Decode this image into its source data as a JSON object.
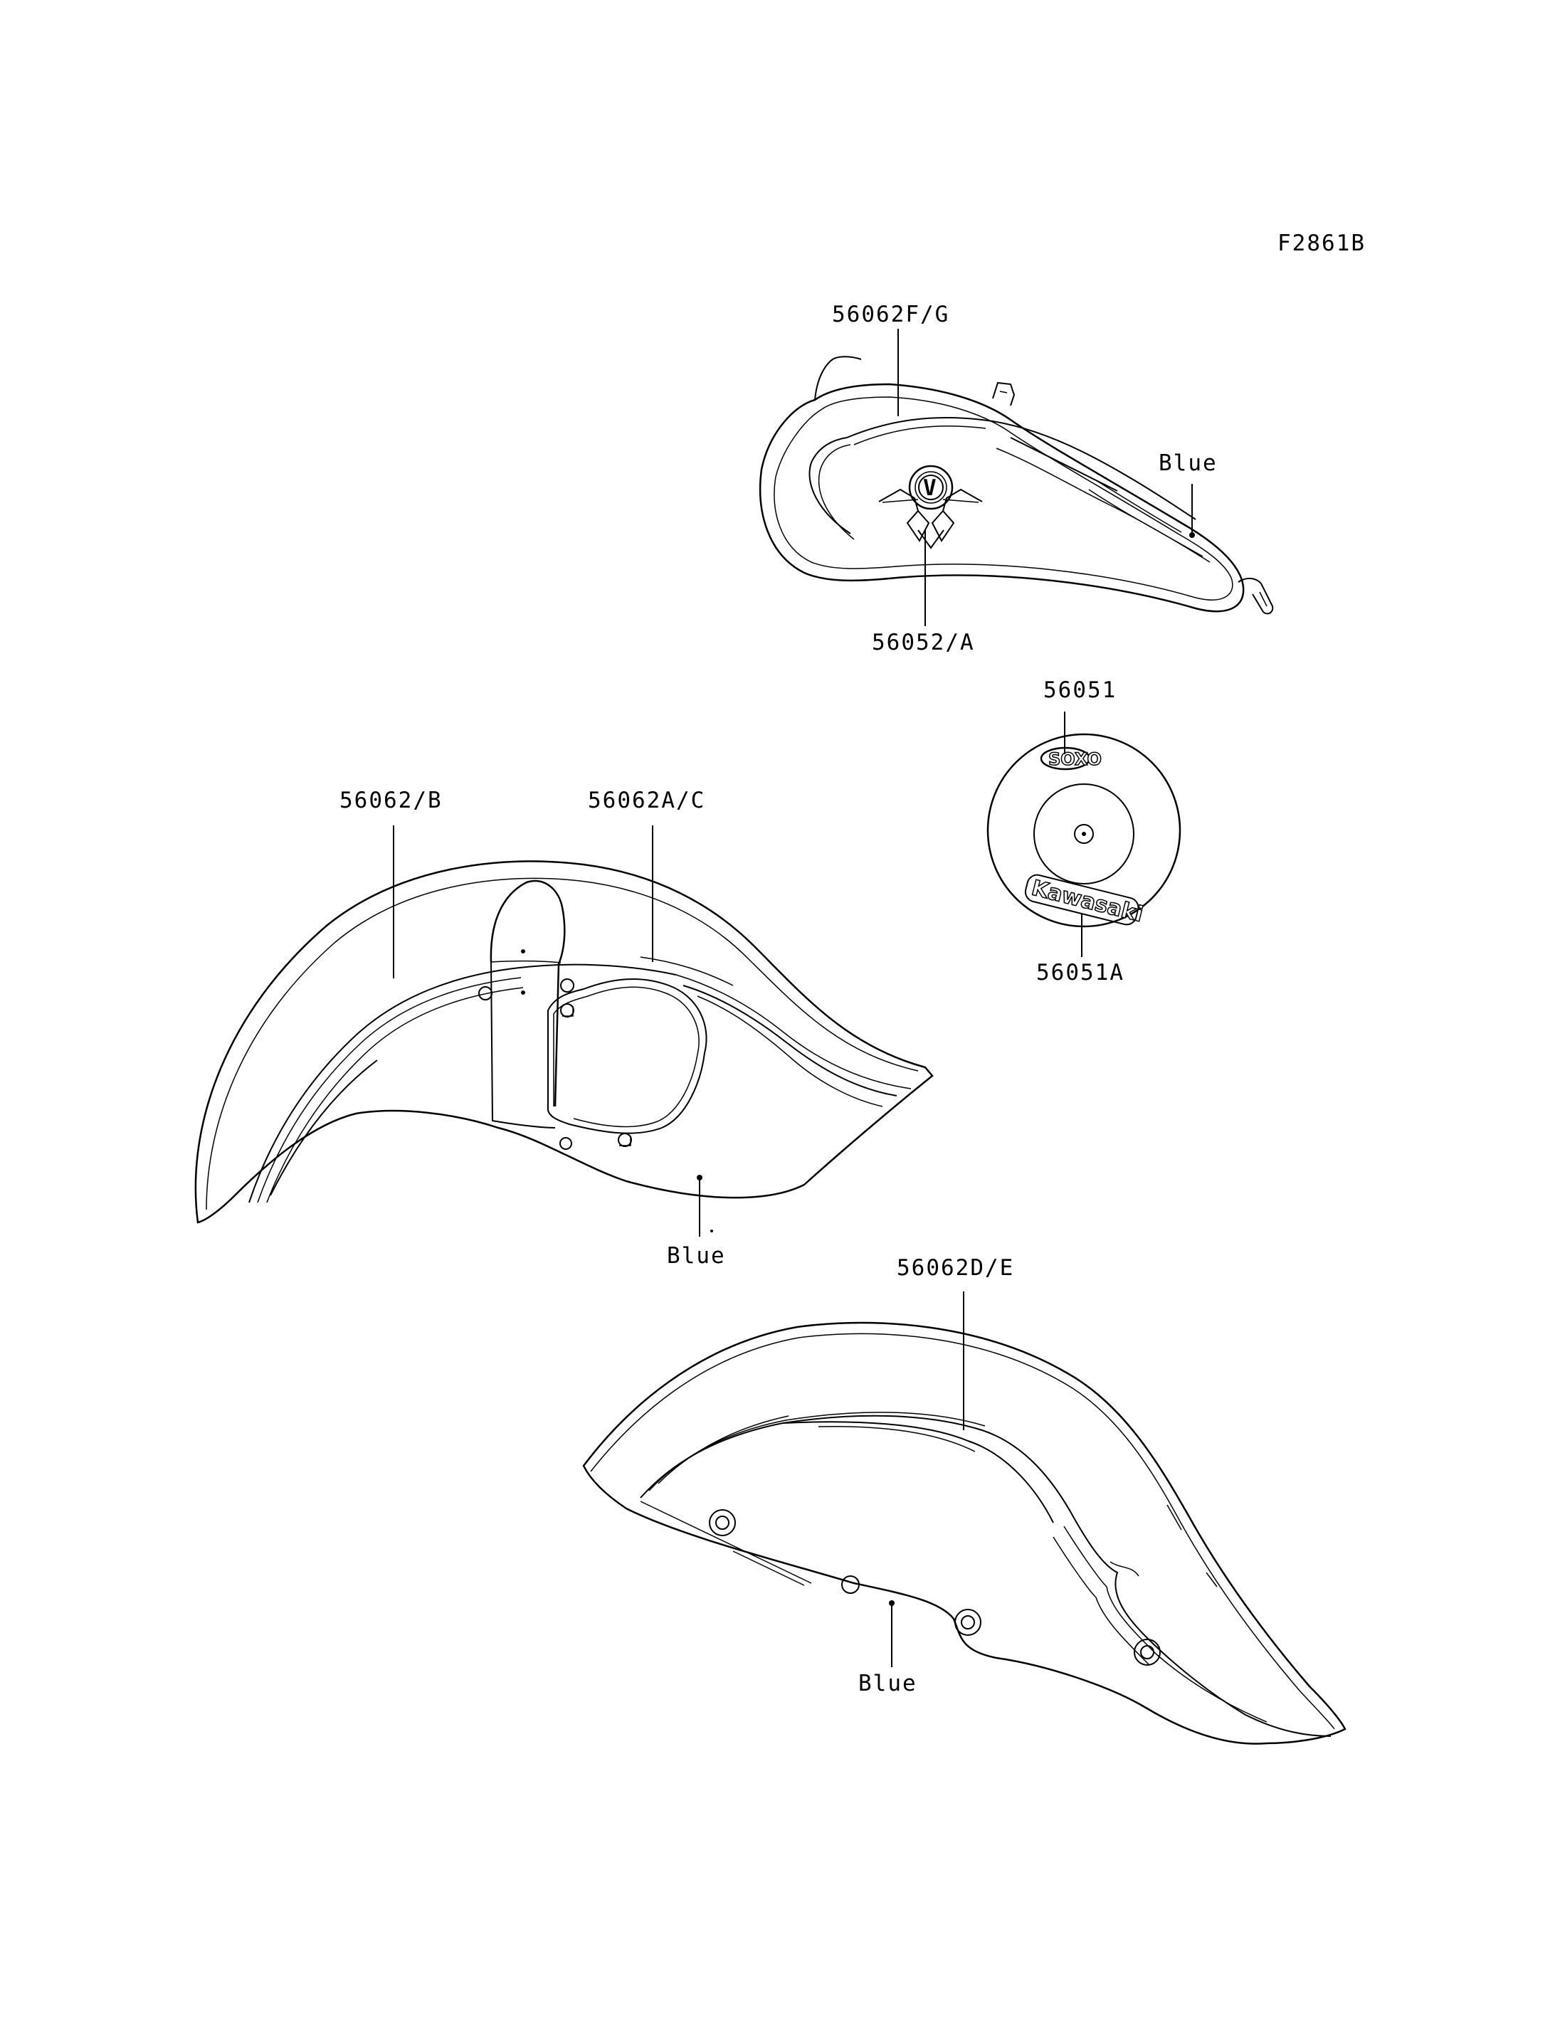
{
  "figure_code": "F2861B",
  "callouts": {
    "tank_stripe": "56062F/G",
    "tank_emblem": "56052/A",
    "tank_color": "Blue",
    "cover_top": "56051",
    "cover_bottom": "56051A",
    "front_stripe_left": "56062/B",
    "front_stripe_right": "56062A/C",
    "front_color": "Blue",
    "rear_stripe": "56062D/E",
    "rear_color": "Blue"
  },
  "emblem_text": {
    "cover_top_logo": "SOXO",
    "cover_bottom_logo": "Kawasaki",
    "tank_badge_letter": "V"
  },
  "colors": {
    "line": "#000000",
    "background": "#ffffff"
  }
}
